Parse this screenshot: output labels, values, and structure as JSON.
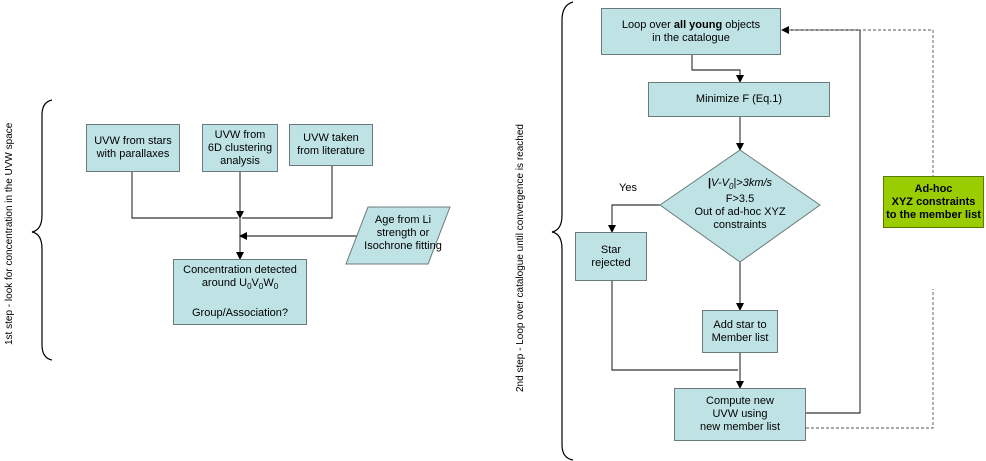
{
  "step1": {
    "side_label": "1st step - look for concentration in the UVW space",
    "uvw_parallax": [
      "UVW from stars",
      "with parallaxes"
    ],
    "uvw_6d": [
      "UVW from",
      "6D clustering",
      "analysis"
    ],
    "uvw_literature": [
      "UVW taken",
      "from literature"
    ],
    "age_input": [
      "Age from Li",
      "strength or",
      "Isochrone fitting"
    ],
    "concentration": [
      "Concentration detected",
      "around U0V0W0",
      "",
      "Group/Association?"
    ]
  },
  "step2": {
    "side_label": "2nd step - Loop over catalogue until convergence is reached",
    "loop": [
      "Loop over all young objects",
      "in the catalogue"
    ],
    "minimize": "Minimize F (Eq.1)",
    "decision": [
      "|V-V0|>3km/s",
      "F>3.5",
      "Out of ad-hoc XYZ",
      "constraints"
    ],
    "yes_label": "Yes",
    "rejected": [
      "Star",
      "rejected"
    ],
    "add_star": [
      "Add star to",
      "Member list"
    ],
    "compute": [
      "Compute new",
      "UVW using",
      "new member list"
    ],
    "adhoc": [
      "Ad-hoc",
      "XYZ constraints",
      "to the member list"
    ]
  },
  "colors": {
    "box_fill": "#bfe3e5",
    "adhoc_fill": "#9acd00",
    "line": "#000000"
  }
}
